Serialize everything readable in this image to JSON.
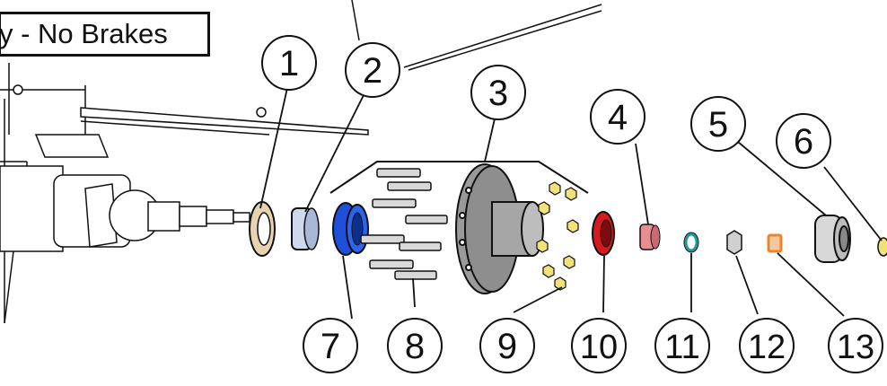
{
  "title": "y - No Brakes",
  "callouts": [
    "1",
    "2",
    "3",
    "4",
    "5",
    "6",
    "7",
    "8",
    "9",
    "10",
    "11",
    "12",
    "13"
  ],
  "colors": {
    "outline": "#111111",
    "blue_seal": "#1f4fd8",
    "red_ring": "#d71920",
    "tan_washer": "#e8d3b0",
    "lug_nut": "#f2e07a",
    "pink_bearing": "#e58f93",
    "teal_ring": "#1a9a9a",
    "orange_key": "#e8862a",
    "hub_gray": "#8e8e8e"
  },
  "icons": [
    "axle-assembly-drawing",
    "bearing-icon",
    "hub-icon",
    "lug-nut-icon",
    "stud-icon"
  ]
}
